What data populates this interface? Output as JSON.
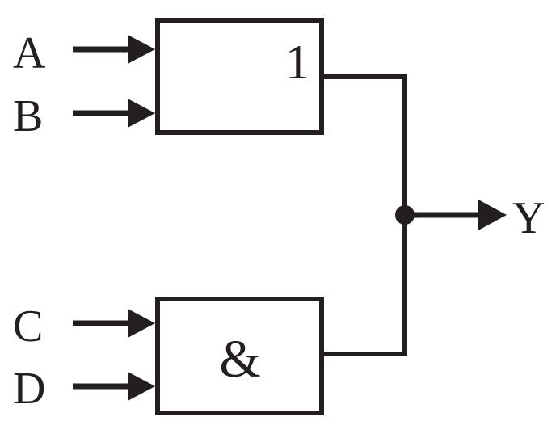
{
  "inputs": {
    "a": "A",
    "b": "B",
    "c": "C",
    "d": "D"
  },
  "output": "Y",
  "gates": {
    "or_symbol": "1",
    "and_symbol": "&"
  },
  "colors": {
    "line": "#231f20",
    "background": "#ffffff"
  }
}
